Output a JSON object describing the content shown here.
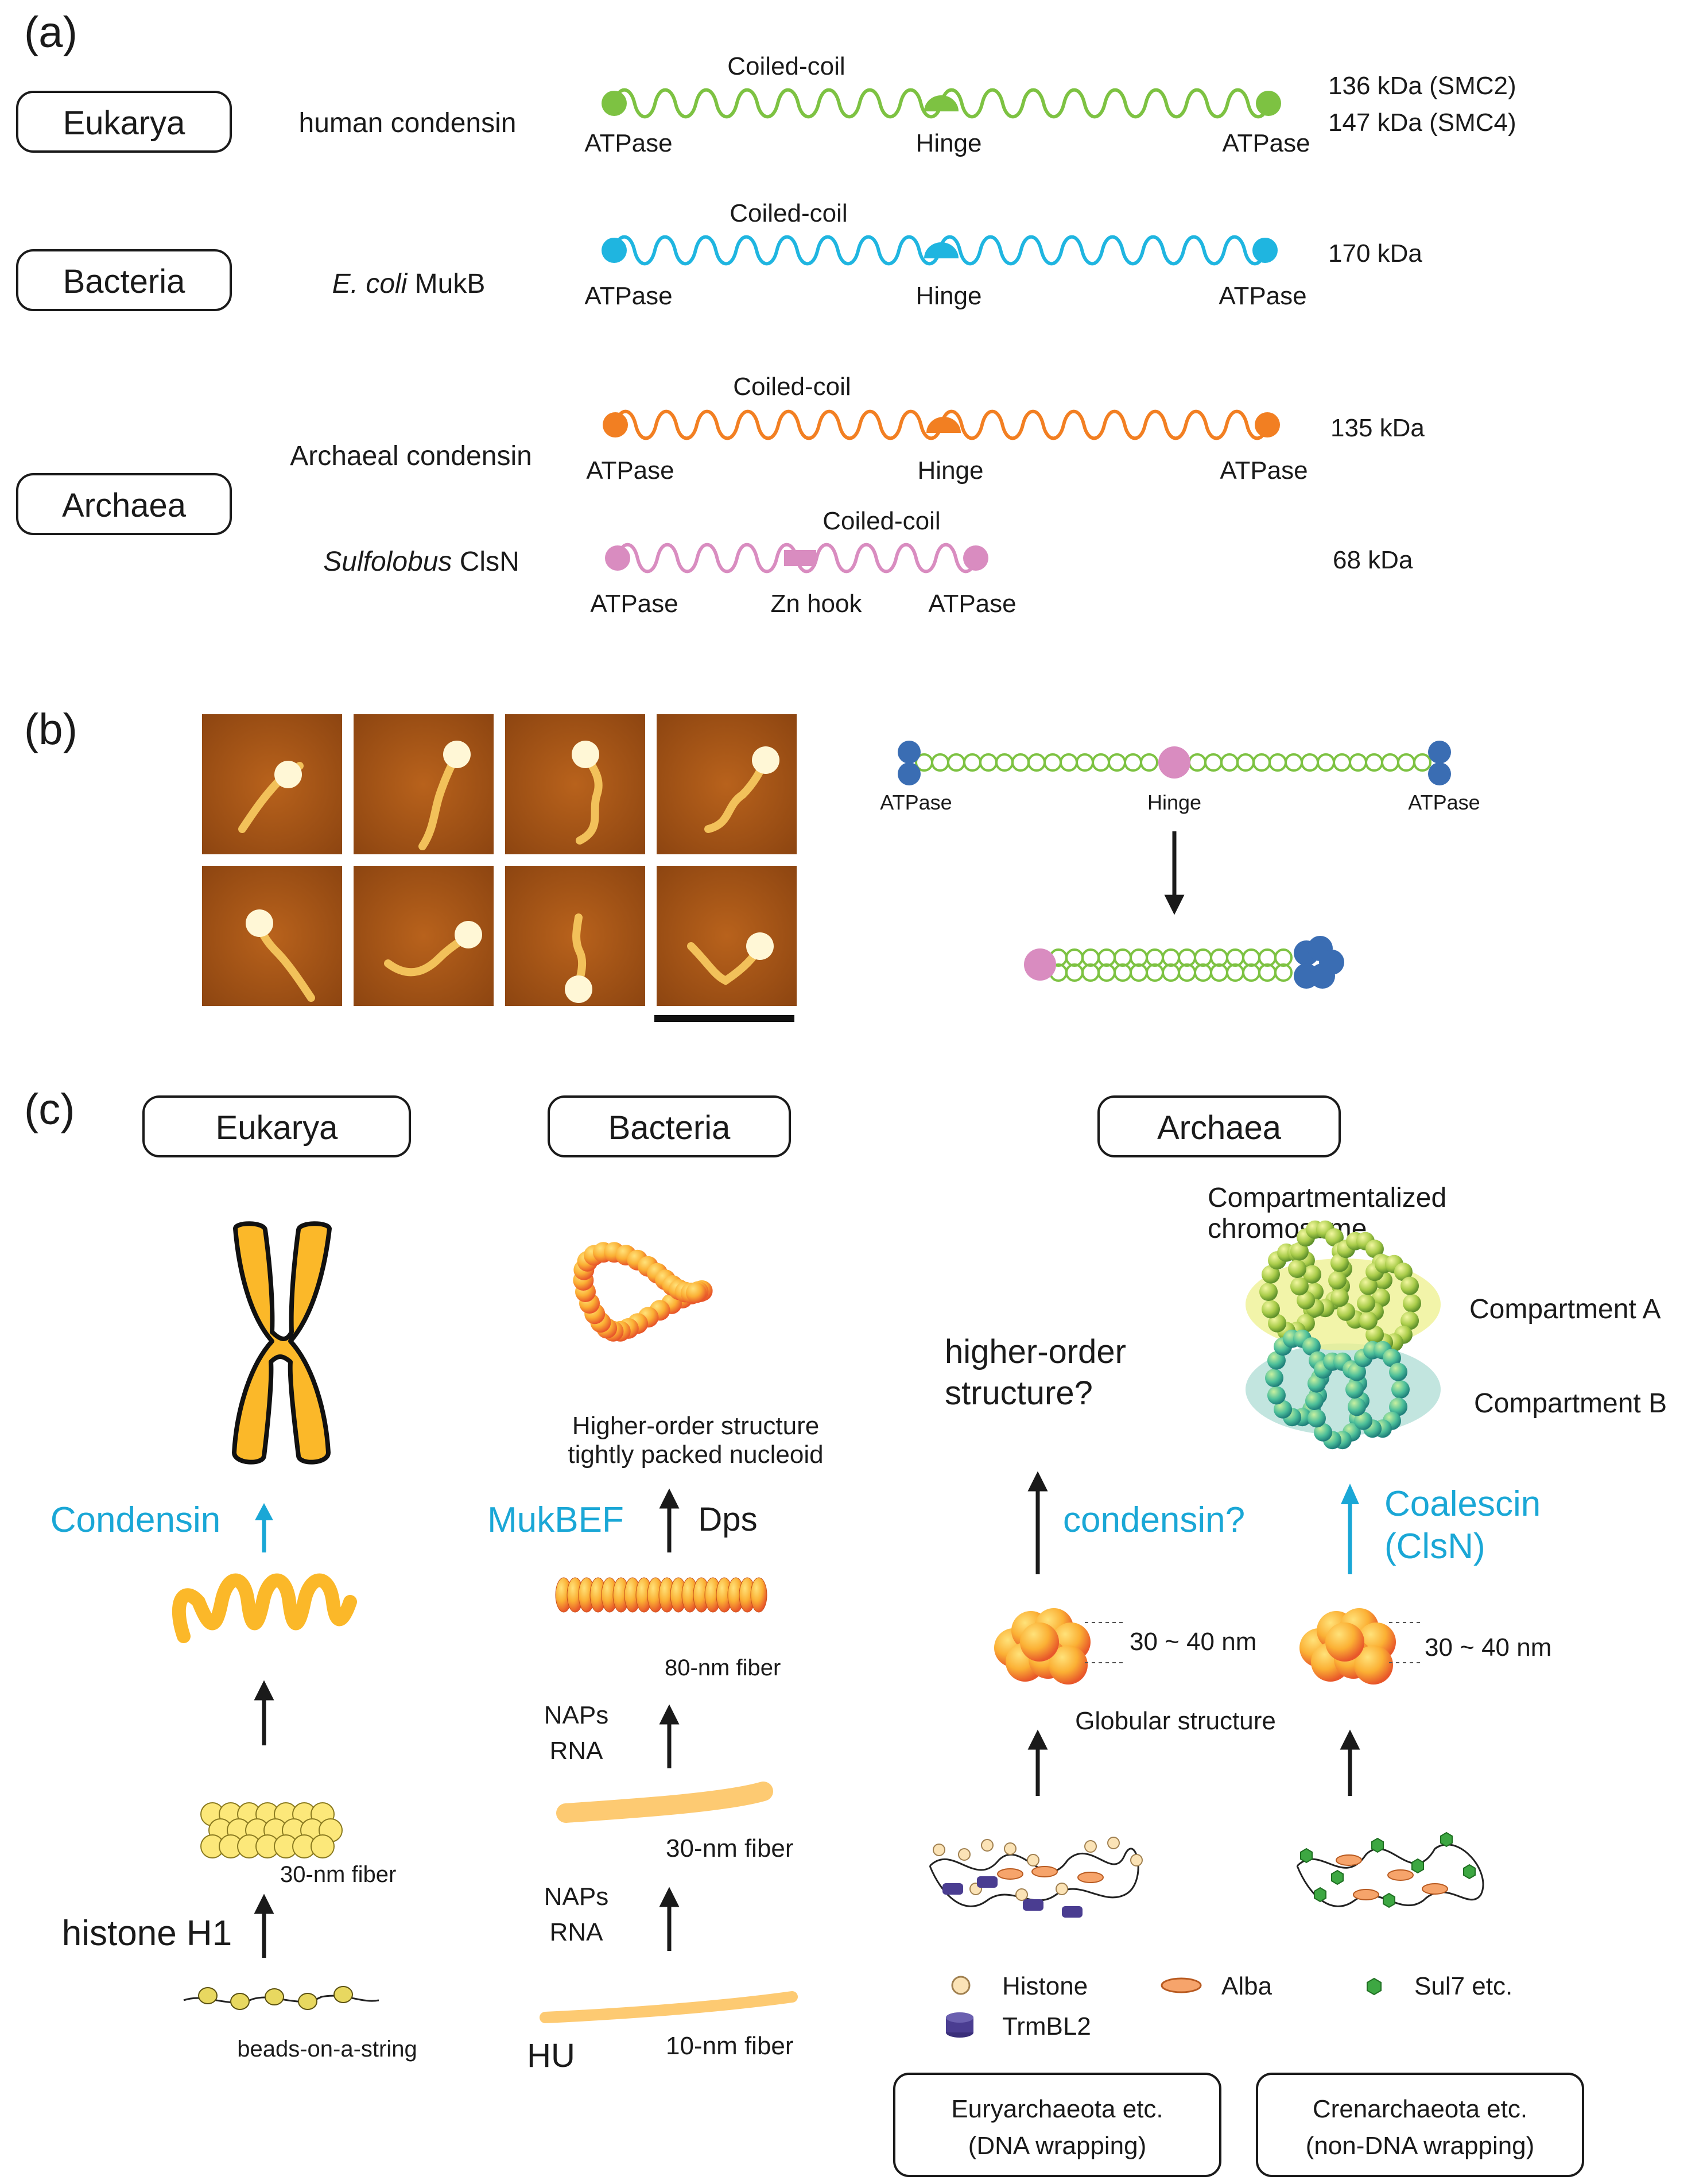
{
  "panels": {
    "a": "(a)",
    "b": "(b)",
    "c": "(c)"
  },
  "colors": {
    "eukarya": "#7dc242",
    "bacteria": "#1fb5e0",
    "archaea": "#f27f22",
    "clsn": "#d98cc0",
    "highlight": "#1aa7d6"
  },
  "panel_a": {
    "domains": {
      "eukarya": "Eukarya",
      "bacteria": "Bacteria",
      "archaea": "Archaea"
    },
    "rows": [
      {
        "organism": "human condensin",
        "coil": "Coiled-coil",
        "left": "ATPase",
        "mid": "Hinge",
        "right": "ATPase",
        "mass1": "136 kDa (SMC2)",
        "mass2": "147 kDa (SMC4)"
      },
      {
        "organism_italic": "E. coli",
        "organism_rest": " MukB",
        "coil": "Coiled-coil",
        "left": "ATPase",
        "mid": "Hinge",
        "right": "ATPase",
        "mass1": "170 kDa"
      },
      {
        "organism": "Archaeal condensin",
        "coil": "Coiled-coil",
        "left": "ATPase",
        "mid": "Hinge",
        "right": "ATPase",
        "mass1": "135 kDa"
      },
      {
        "organism_italic": "Sulfolobus",
        "organism_rest": " ClsN",
        "coil": "Coiled-coil",
        "left": "ATPase",
        "mid": "Zn hook",
        "right": "ATPase",
        "mass1": "68 kDa"
      }
    ]
  },
  "panel_b": {
    "left": "ATPase",
    "mid": "Hinge",
    "right": "ATPase"
  },
  "panel_c": {
    "eukarya": {
      "title": "Eukarya",
      "factor": "Condensin",
      "fiber30": "30-nm fiber",
      "h1": "histone H1",
      "beads": "beads-on-a-string"
    },
    "bacteria": {
      "title": "Bacteria",
      "higher1": "Higher-order structure",
      "higher2": "tightly packed nucleoid",
      "mukbef": "MukBEF",
      "dps": "Dps",
      "fiber80": "80-nm fiber",
      "naps1": "NAPs",
      "rna1": "RNA",
      "fiber30": "30-nm fiber",
      "naps2": "NAPs",
      "rna2": "RNA",
      "hu": "HU",
      "fiber10": "10-nm fiber"
    },
    "archaea": {
      "title": "Archaea",
      "comp_title1": "Compartmentalized",
      "comp_title2": "chromosome",
      "compA": "Compartment A",
      "compB": "Compartment B",
      "higher1": "higher-order",
      "higher2": "structure?",
      "condensin": "condensin?",
      "coal1": "Coalescin",
      "coal2": "(ClsN)",
      "size1": "30 ~ 40 nm",
      "size2": "30 ~ 40 nm",
      "globular": "Globular structure",
      "legend": {
        "histone": "Histone",
        "alba": "Alba",
        "sul7": "Sul7 etc.",
        "trmbl2": "TrmBL2"
      },
      "eury1": "Euryarchaeota etc.",
      "eury2": "(DNA wrapping)",
      "cren1": "Crenarchaeota etc.",
      "cren2": "(non-DNA wrapping)"
    }
  }
}
